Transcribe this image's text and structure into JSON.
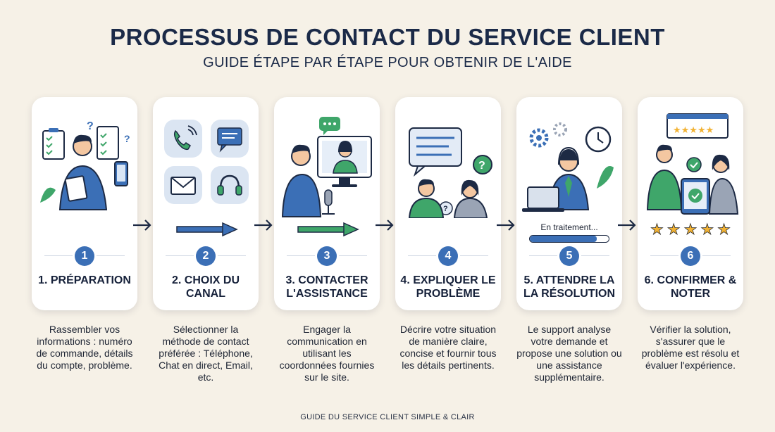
{
  "header": {
    "title": "PROCESSUS DE CONTACT DU SERVICE CLIENT",
    "subtitle": "GUIDE ÉTAPE PAR ÉTAPE POUR OBTENIR DE L'AIDE"
  },
  "colors": {
    "accent_blue": "#3b6fb6",
    "accent_green": "#3fa66a",
    "navy": "#1b2a48",
    "background": "#f6f1e7",
    "star": "#f2b233"
  },
  "steps": [
    {
      "number": "1",
      "title": "1. PRÉPARATION",
      "description": "Rassembler vos informations : numéro de commande, détails du compte, problème.",
      "icon": "documents-phone-icon"
    },
    {
      "number": "2",
      "title": "2. CHOIX DU CANAL",
      "description": "Sélectionner la méthode de contact préférée : Téléphone, Chat en direct, Email, etc.",
      "icon": "channels-icon"
    },
    {
      "number": "3",
      "title": "3. CONTACTER L'ASSISTANCE",
      "description": "Engager la communication en utilisant les coordonnées fournies sur le site.",
      "icon": "video-call-icon"
    },
    {
      "number": "4",
      "title": "4. EXPLIQUER LE PROBLÈME",
      "description": "Décrire votre situation de manière claire, concise et fournir tous les détails pertinents.",
      "icon": "conversation-icon"
    },
    {
      "number": "5",
      "title": "5. ATTENDRE LA LA RÉSOLUTION",
      "description": "Le support analyse votre demande et propose une solution ou une assistance supplémentaire.",
      "icon": "support-agent-icon",
      "progress_label": "En traitement...",
      "progress": 0.85
    },
    {
      "number": "6",
      "title": "6. CONFIRMER & NOTER",
      "description": "Vérifier la solution, s'assurer que le problème est résolu et évaluer l'expérience.",
      "icon": "rating-icon",
      "rating": 5
    }
  ],
  "footer": "GUIDE DU SERVICE CLIENT SIMPLE & CLAIR"
}
